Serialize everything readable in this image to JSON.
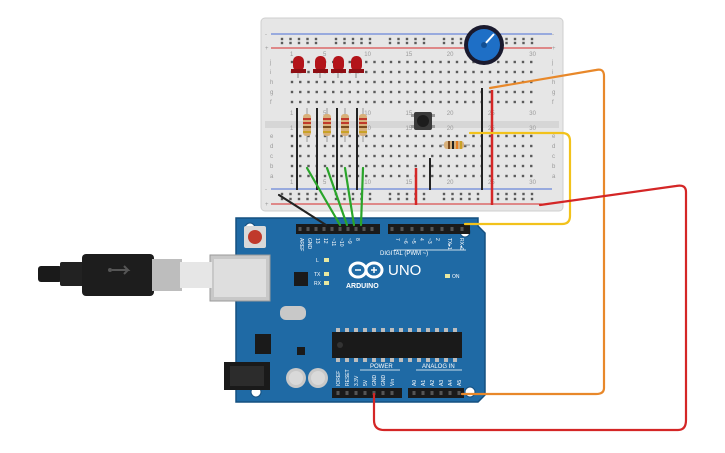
{
  "breadboard": {
    "row_letters_top": [
      "j",
      "i",
      "h",
      "g",
      "f"
    ],
    "row_letters_bottom": [
      "e",
      "d",
      "c",
      "b",
      "a"
    ],
    "column_numbers": [
      "1",
      "5",
      "10",
      "15",
      "20",
      "25",
      "30"
    ],
    "rail_plus": "+",
    "rail_minus": "-"
  },
  "arduino": {
    "brand": "ARDUINO",
    "model": "UNO",
    "on_label": "ON",
    "digital_header_label": "DIGITAL (PWM ~)",
    "power_label": "POWER",
    "analog_label": "ANALOG IN",
    "top_pin_labels": [
      "AREF",
      "GND",
      "13",
      "12",
      "~11",
      "~10",
      "~9",
      "8",
      "7",
      "~6",
      "~5",
      "4",
      "~3",
      "2",
      "TX▸1",
      "RX◂0"
    ],
    "power_pin_labels": [
      "IOREF",
      "RESET",
      "3.3V",
      "5V",
      "GND",
      "GND",
      "Vin"
    ],
    "analog_pin_labels": [
      "A0",
      "A1",
      "A2",
      "A3",
      "A4",
      "A5"
    ],
    "led_labels": [
      "L",
      "TX",
      "RX"
    ]
  },
  "components": {
    "led_count": 4,
    "led_color": "#b3141a",
    "resistor_count": 5,
    "potentiometer_color": "#1e6fc6",
    "button": "pushbutton"
  },
  "wires": {
    "orange": "#e8882a",
    "red": "#d42626",
    "yellow": "#f2c21b",
    "green": "#2aa52a",
    "black": "#222222"
  }
}
